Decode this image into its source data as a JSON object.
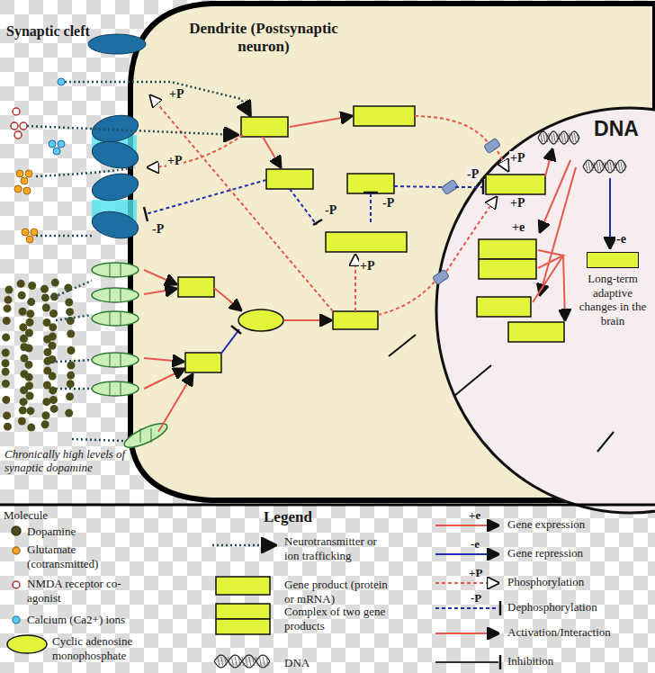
{
  "diagram": {
    "nodes": [
      {
        "text": [
          "Dendrite (Postsynaptic neuron)"
        ]
      },
      {
        "text": [
          "DNA"
        ],
        "in": 0
      },
      {
        "text": [
          "Long-term adaptive changes in the brain"
        ],
        "in": 1
      }
    ],
    "labels": [
      "Synaptic cleft",
      "+P",
      "+P",
      "-P",
      "-P",
      "-P",
      "+P",
      "-P",
      "+P",
      "+P",
      "+e",
      "-e",
      "Chronically high levels of synaptic dopamine",
      "Molecule",
      "Legend",
      "+e",
      "-e",
      "+P",
      "-P"
    ],
    "legend": [
      {
        "text": "Dopamine",
        "color": "#4d4d1a"
      },
      {
        "text": "Glutamate (cotransmitted)",
        "color": "#f5a623"
      },
      {
        "text": "NMDA receptor co-agonist"
      },
      {
        "text": "Calcium (Ca2+) ions",
        "color": "#5bc8f5"
      },
      {
        "text": "Cyclic adenosine monophosphate",
        "color": "#e2f53b"
      },
      {
        "text": "Neurotransmitter or ion trafficking"
      },
      {
        "text": "Gene product (protein or mRNA)",
        "color": "#e2f53b"
      },
      {
        "text": "Complex of two gene products"
      },
      {
        "text": "DNA"
      },
      {
        "text": "Gene expression"
      },
      {
        "text": "Gene repression"
      },
      {
        "text": "Phosphorylation"
      },
      {
        "text": "Dephosphorylation"
      },
      {
        "text": "Activation/Interaction"
      },
      {
        "text": "Inhibition"
      }
    ]
  }
}
